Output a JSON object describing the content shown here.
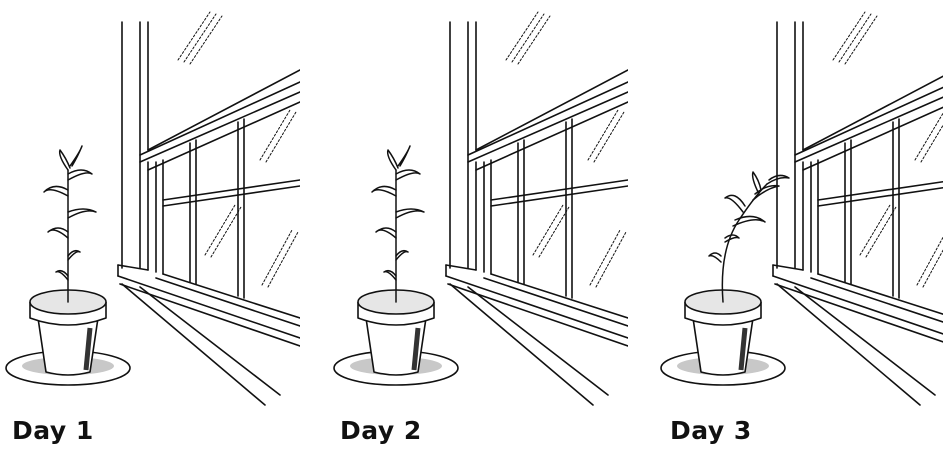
{
  "panels": [
    {
      "label": "Day 1",
      "plant_state": "upright"
    },
    {
      "label": "Day 2",
      "plant_state": "upright"
    },
    {
      "label": "Day 3",
      "plant_state": "leaning toward window"
    }
  ],
  "colors": {
    "line": "#111111",
    "soil_fill": "#e6e6e6",
    "shadow_fill": "#c8c8c8",
    "background": "#ffffff"
  }
}
